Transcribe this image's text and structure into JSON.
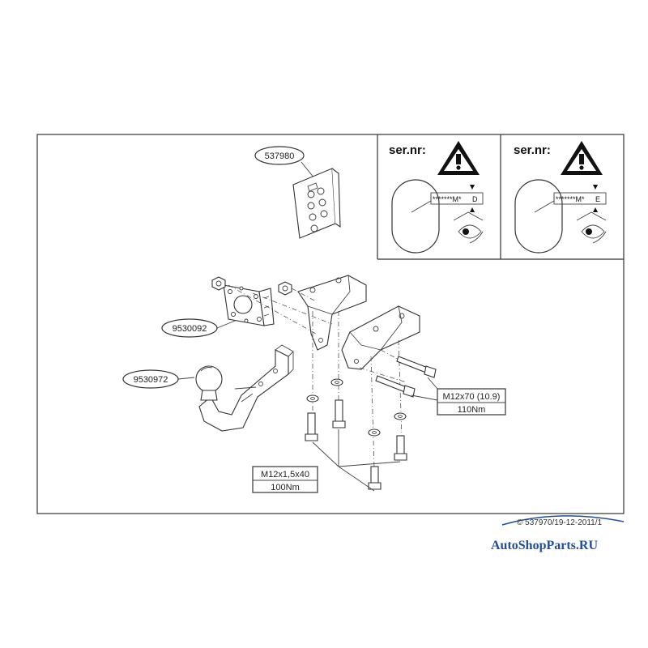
{
  "parts": {
    "harness": "537980",
    "socket_plate": "9530092",
    "tow_bar": "9530972"
  },
  "bolt_spec_large": {
    "size": "M12x70 (10.9)",
    "torque": "110Nm"
  },
  "bolt_spec_small": {
    "size": "M12x1,5x40",
    "torque": "100Nm"
  },
  "serial_panels": [
    {
      "label": "ser.nr:",
      "code": "*******M*",
      "letter": "D"
    },
    {
      "label": "ser.nr:",
      "code": "*******M*",
      "letter": "E"
    }
  ],
  "footer": {
    "doc_ref": "© 537970/19-12-2011/1",
    "brand": "AutoShopParts.RU"
  },
  "colors": {
    "line": "#333333",
    "brand_blue": "#1f4f9c",
    "brand_red": "#d22a2a"
  }
}
